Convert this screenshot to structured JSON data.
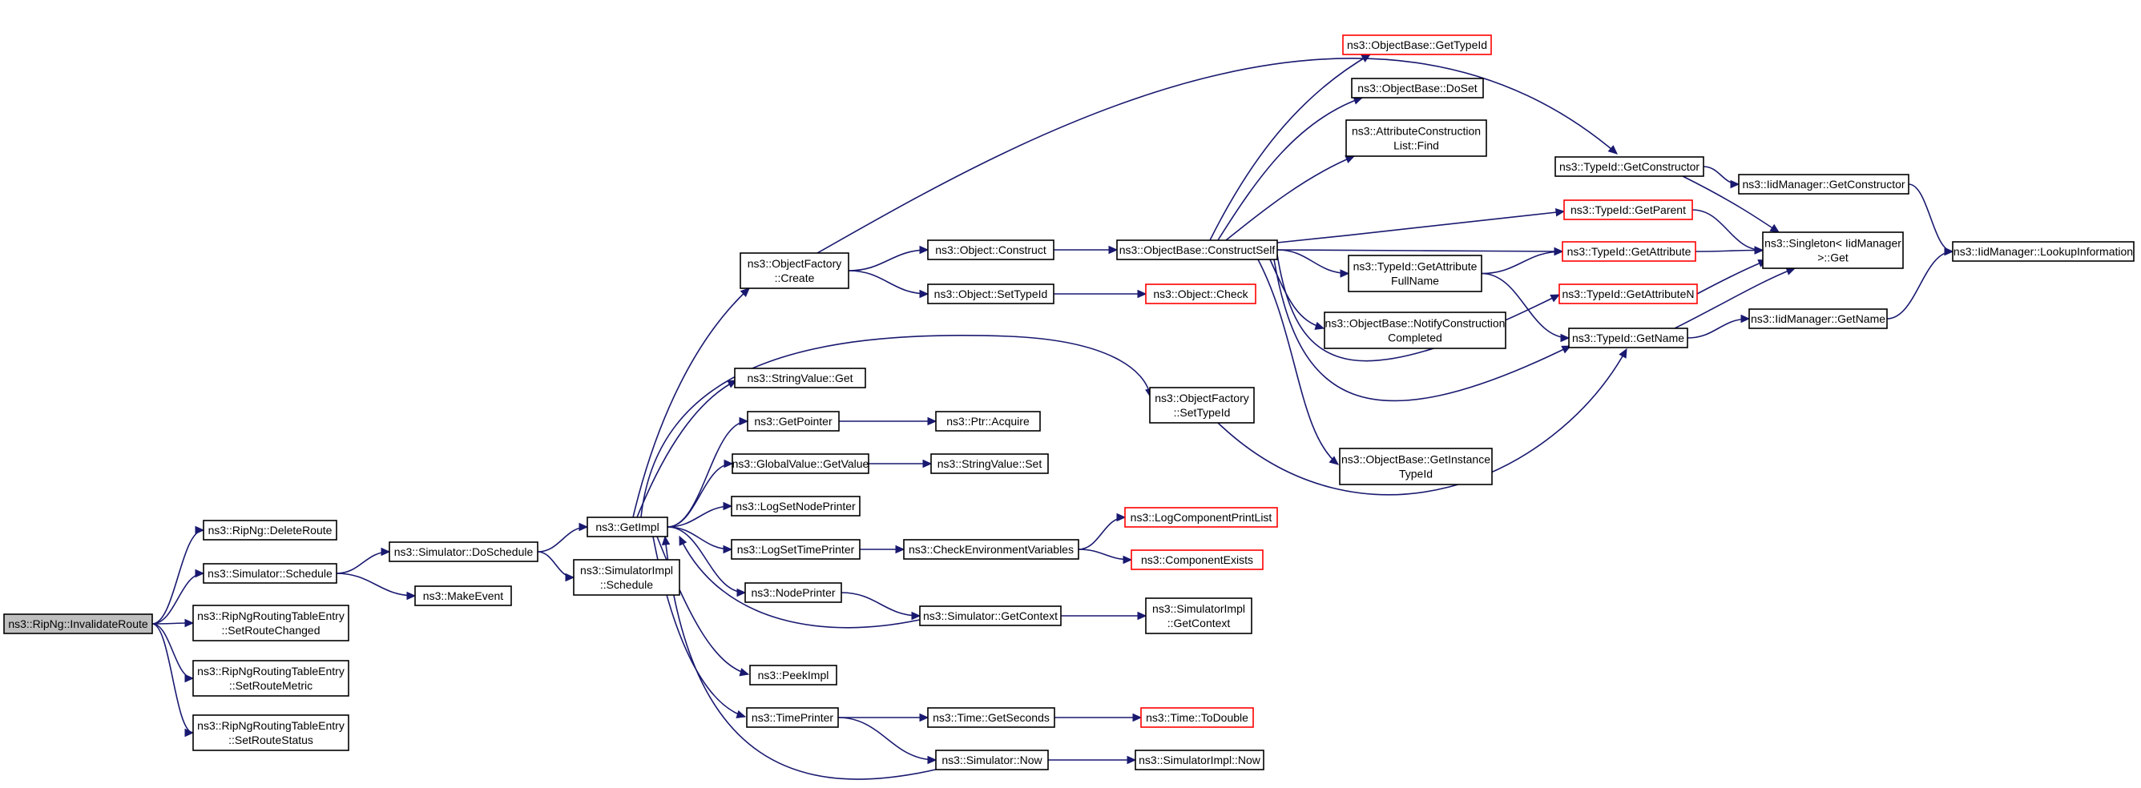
{
  "graph": {
    "colors": {
      "edge": "#191970",
      "node_border": "#000000",
      "truncated_border": "#ff0000",
      "root_fill": "#bfbfbf",
      "background": "#ffffff"
    },
    "nodes": [
      {
        "id": "invalidate",
        "lines": [
          "ns3::RipNg::InvalidateRoute"
        ],
        "root": true
      },
      {
        "id": "deleteroute",
        "lines": [
          "ns3::RipNg::DeleteRoute"
        ]
      },
      {
        "id": "schedule",
        "lines": [
          "ns3::Simulator::Schedule"
        ]
      },
      {
        "id": "setroutechanged",
        "lines": [
          "ns3::RipNgRoutingTableEntry",
          "::SetRouteChanged"
        ]
      },
      {
        "id": "setroutemetric",
        "lines": [
          "ns3::RipNgRoutingTableEntry",
          "::SetRouteMetric"
        ]
      },
      {
        "id": "setroutestatus",
        "lines": [
          "ns3::RipNgRoutingTableEntry",
          "::SetRouteStatus"
        ]
      },
      {
        "id": "doschedule",
        "lines": [
          "ns3::Simulator::DoSchedule"
        ]
      },
      {
        "id": "makeevent",
        "lines": [
          "ns3::MakeEvent"
        ]
      },
      {
        "id": "getimpl",
        "lines": [
          "ns3::GetImpl"
        ]
      },
      {
        "id": "simimplschedule",
        "lines": [
          "ns3::SimulatorImpl",
          "::Schedule"
        ]
      },
      {
        "id": "ofcreate",
        "lines": [
          "ns3::ObjectFactory",
          "::Create"
        ]
      },
      {
        "id": "stringvalueget",
        "lines": [
          "ns3::StringValue::Get"
        ]
      },
      {
        "id": "getpointer",
        "lines": [
          "ns3::GetPointer"
        ]
      },
      {
        "id": "globalvaluegetvalue",
        "lines": [
          "ns3::GlobalValue::GetValue"
        ]
      },
      {
        "id": "logsetnodeprinter",
        "lines": [
          "ns3::LogSetNodePrinter"
        ]
      },
      {
        "id": "logsettimeprinter",
        "lines": [
          "ns3::LogSetTimePrinter"
        ]
      },
      {
        "id": "nodeprinter",
        "lines": [
          "ns3::NodePrinter"
        ]
      },
      {
        "id": "peekimpl",
        "lines": [
          "ns3::PeekImpl"
        ]
      },
      {
        "id": "timeprinter",
        "lines": [
          "ns3::TimePrinter"
        ]
      },
      {
        "id": "objconstruct",
        "lines": [
          "ns3::Object::Construct"
        ]
      },
      {
        "id": "objsettypeid",
        "lines": [
          "ns3::Object::SetTypeId"
        ]
      },
      {
        "id": "ptracquire",
        "lines": [
          "ns3::Ptr::Acquire"
        ]
      },
      {
        "id": "stringvalueset",
        "lines": [
          "ns3::StringValue::Set"
        ]
      },
      {
        "id": "checkenv",
        "lines": [
          "ns3::CheckEnvironmentVariables"
        ]
      },
      {
        "id": "simgetcontext",
        "lines": [
          "ns3::Simulator::GetContext"
        ]
      },
      {
        "id": "timegetseconds",
        "lines": [
          "ns3::Time::GetSeconds"
        ]
      },
      {
        "id": "simnow",
        "lines": [
          "ns3::Simulator::Now"
        ]
      },
      {
        "id": "constructself",
        "lines": [
          "ns3::ObjectBase::ConstructSelf"
        ]
      },
      {
        "id": "objcheck",
        "lines": [
          "ns3::Object::Check"
        ],
        "truncated": true
      },
      {
        "id": "ofsettypeid",
        "lines": [
          "ns3::ObjectFactory",
          "::SetTypeId"
        ]
      },
      {
        "id": "logcomponentprintlist",
        "lines": [
          "ns3::LogComponentPrintList"
        ],
        "truncated": true
      },
      {
        "id": "componentexists",
        "lines": [
          "ns3::ComponentExists"
        ],
        "truncated": true
      },
      {
        "id": "simimplgetcontext",
        "lines": [
          "ns3::SimulatorImpl",
          "::GetContext"
        ]
      },
      {
        "id": "timetodouble",
        "lines": [
          "ns3::Time::ToDouble"
        ],
        "truncated": true
      },
      {
        "id": "simimplnow",
        "lines": [
          "ns3::SimulatorImpl::Now"
        ]
      },
      {
        "id": "obgettypeid",
        "lines": [
          "ns3::ObjectBase::GetTypeId"
        ],
        "truncated": true
      },
      {
        "id": "obdoset",
        "lines": [
          "ns3::ObjectBase::DoSet"
        ]
      },
      {
        "id": "attrconstfind",
        "lines": [
          "ns3::AttributeConstruction",
          "List::Find"
        ]
      },
      {
        "id": "getattrfullname",
        "lines": [
          "ns3::TypeId::GetAttribute",
          "FullName"
        ]
      },
      {
        "id": "notifyconst",
        "lines": [
          "ns3::ObjectBase::NotifyConstruction",
          "Completed"
        ]
      },
      {
        "id": "getinstancetypeid",
        "lines": [
          "ns3::ObjectBase::GetInstance",
          "TypeId"
        ]
      },
      {
        "id": "typeidgetconstructor",
        "lines": [
          "ns3::TypeId::GetConstructor"
        ]
      },
      {
        "id": "typeidgetparent",
        "lines": [
          "ns3::TypeId::GetParent"
        ],
        "truncated": true
      },
      {
        "id": "typeidgetattribute",
        "lines": [
          "ns3::TypeId::GetAttribute"
        ],
        "truncated": true
      },
      {
        "id": "typeidgetattributen",
        "lines": [
          "ns3::TypeId::GetAttributeN"
        ],
        "truncated": true
      },
      {
        "id": "typeidgetname",
        "lines": [
          "ns3::TypeId::GetName"
        ]
      },
      {
        "id": "iidgetconstructor",
        "lines": [
          "ns3::IidManager::GetConstructor"
        ]
      },
      {
        "id": "singletonget",
        "lines": [
          "ns3::Singleton< IidManager",
          ">::Get"
        ]
      },
      {
        "id": "iidgetname",
        "lines": [
          "ns3::IidManager::GetName"
        ]
      },
      {
        "id": "iidlookupinfo",
        "lines": [
          "ns3::IidManager::LookupInformation"
        ]
      }
    ],
    "edges": [
      [
        "invalidate",
        "deleteroute"
      ],
      [
        "invalidate",
        "schedule"
      ],
      [
        "invalidate",
        "setroutechanged"
      ],
      [
        "invalidate",
        "setroutemetric"
      ],
      [
        "invalidate",
        "setroutestatus"
      ],
      [
        "schedule",
        "doschedule"
      ],
      [
        "schedule",
        "makeevent"
      ],
      [
        "doschedule",
        "getimpl"
      ],
      [
        "doschedule",
        "simimplschedule"
      ],
      [
        "getimpl",
        "ofcreate"
      ],
      [
        "getimpl",
        "stringvalueget"
      ],
      [
        "getimpl",
        "getpointer"
      ],
      [
        "getimpl",
        "globalvaluegetvalue"
      ],
      [
        "getimpl",
        "logsetnodeprinter"
      ],
      [
        "getimpl",
        "logsettimeprinter"
      ],
      [
        "getimpl",
        "nodeprinter"
      ],
      [
        "getimpl",
        "peekimpl"
      ],
      [
        "getimpl",
        "timeprinter"
      ],
      [
        "getimpl",
        "ofsettypeid"
      ],
      [
        "getpointer",
        "ptracquire"
      ],
      [
        "globalvaluegetvalue",
        "stringvalueset"
      ],
      [
        "logsettimeprinter",
        "checkenv"
      ],
      [
        "nodeprinter",
        "simgetcontext"
      ],
      [
        "simgetcontext",
        "getimpl"
      ],
      [
        "simgetcontext",
        "simimplgetcontext"
      ],
      [
        "timeprinter",
        "timegetseconds"
      ],
      [
        "timeprinter",
        "simnow"
      ],
      [
        "simnow",
        "getimpl"
      ],
      [
        "simnow",
        "simimplnow"
      ],
      [
        "timegetseconds",
        "timetodouble"
      ],
      [
        "checkenv",
        "logcomponentprintlist"
      ],
      [
        "checkenv",
        "componentexists"
      ],
      [
        "ofcreate",
        "objconstruct"
      ],
      [
        "ofcreate",
        "objsettypeid"
      ],
      [
        "ofcreate",
        "typeidgetconstructor"
      ],
      [
        "objconstruct",
        "constructself"
      ],
      [
        "objsettypeid",
        "objcheck"
      ],
      [
        "constructself",
        "obgettypeid"
      ],
      [
        "constructself",
        "obdoset"
      ],
      [
        "constructself",
        "attrconstfind"
      ],
      [
        "constructself",
        "typeidgetparent"
      ],
      [
        "constructself",
        "typeidgetattribute"
      ],
      [
        "constructself",
        "getattrfullname"
      ],
      [
        "constructself",
        "notifyconst"
      ],
      [
        "constructself",
        "typeidgetattributen"
      ],
      [
        "constructself",
        "typeidgetname"
      ],
      [
        "constructself",
        "getinstancetypeid"
      ],
      [
        "getattrfullname",
        "typeidgetattribute"
      ],
      [
        "getattrfullname",
        "typeidgetname"
      ],
      [
        "ofsettypeid",
        "typeidgetname"
      ],
      [
        "typeidgetconstructor",
        "iidgetconstructor"
      ],
      [
        "typeidgetconstructor",
        "singletonget"
      ],
      [
        "typeidgetparent",
        "singletonget"
      ],
      [
        "typeidgetattribute",
        "singletonget"
      ],
      [
        "typeidgetattributen",
        "singletonget"
      ],
      [
        "typeidgetname",
        "singletonget"
      ],
      [
        "typeidgetname",
        "iidgetname"
      ],
      [
        "iidgetconstructor",
        "iidlookupinfo"
      ],
      [
        "iidgetname",
        "iidlookupinfo"
      ]
    ]
  }
}
